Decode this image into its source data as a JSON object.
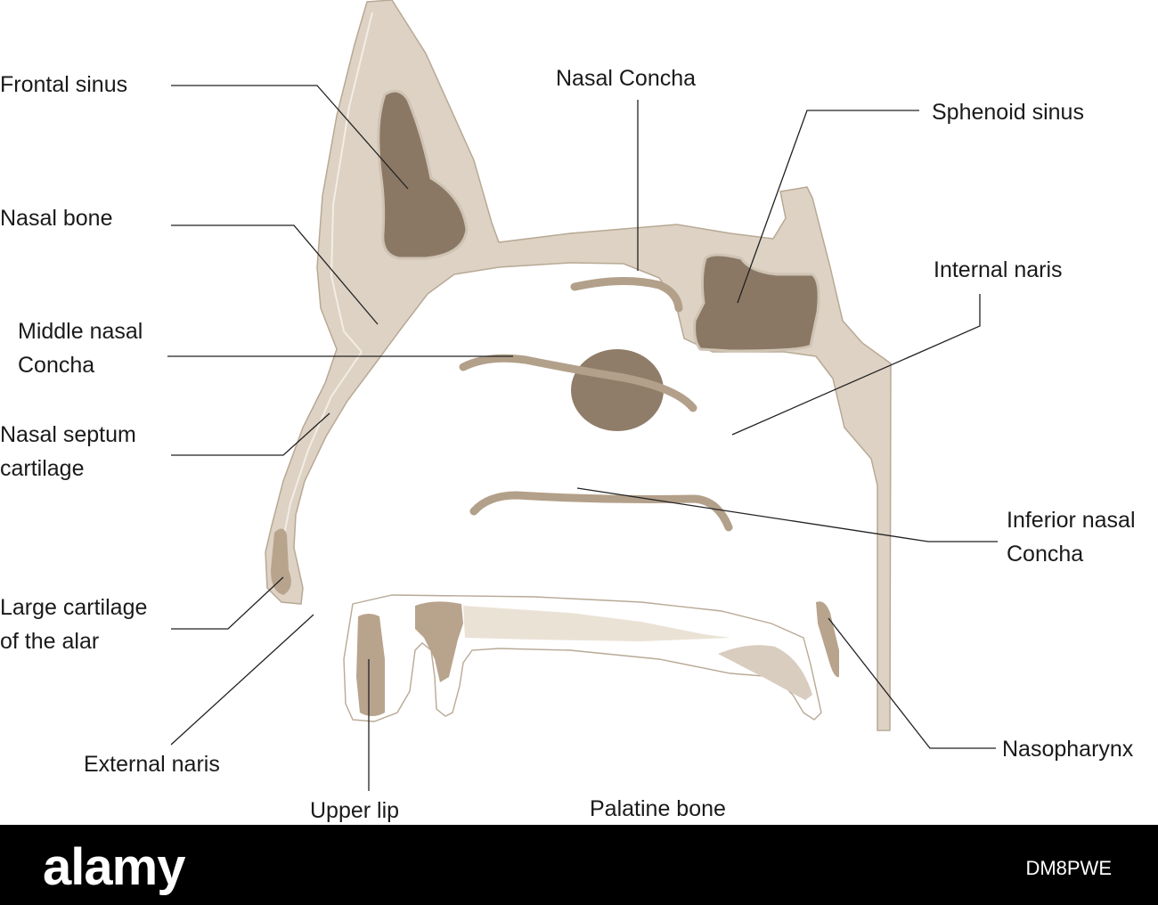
{
  "labels": {
    "frontal_sinus": "Frontal sinus",
    "nasal_bone": "Nasal bone",
    "middle_nasal_concha": [
      "Middle nasal",
      "Concha"
    ],
    "nasal_septum_cartilage": [
      "Nasal septum",
      "cartilage"
    ],
    "large_cartilage_alar": [
      "Large cartilage",
      "of the alar"
    ],
    "external_naris": "External naris",
    "upper_lip": "Upper lip",
    "palatine_bone": "Palatine bone",
    "nasal_concha": "Nasal Concha",
    "sphenoid_sinus": "Sphenoid sinus",
    "internal_naris": "Internal naris",
    "inferior_nasal_concha": [
      "Inferior nasal",
      "Concha"
    ],
    "nasopharynx": "Nasopharynx"
  },
  "footer": {
    "brand": "alamy",
    "stock_id": "DM8PWE"
  },
  "colors": {
    "bone": "#ddd2c4",
    "sinus": "#8a7865",
    "concha": "#b3a08a",
    "footer_bg": "#000000"
  }
}
